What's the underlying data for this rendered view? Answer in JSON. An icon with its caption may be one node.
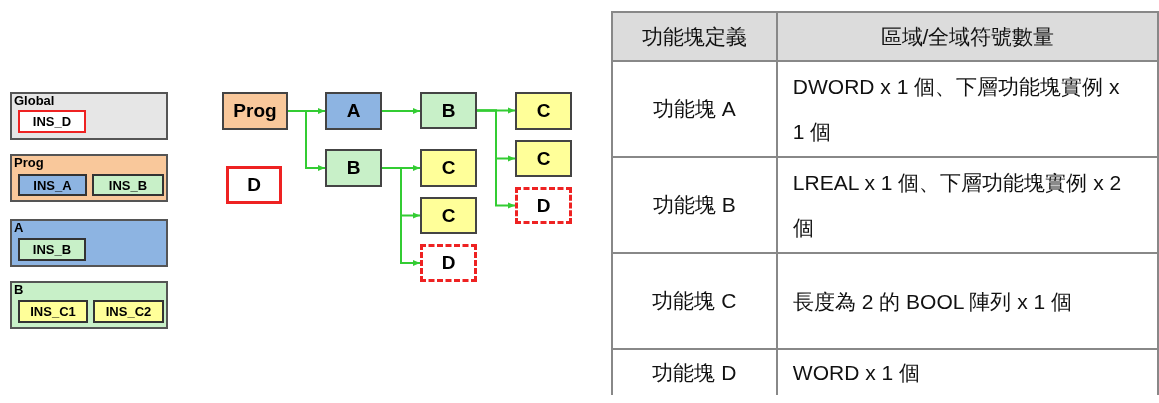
{
  "diagram": {
    "nodes": [
      {
        "text": [
          "Global"
        ]
      },
      {
        "text": [
          "INS_D"
        ],
        "in": 0
      },
      {
        "text": [
          "Prog"
        ]
      },
      {
        "text": [
          "INS_A"
        ],
        "in": 2
      },
      {
        "text": [
          "INS_B"
        ],
        "in": 2
      },
      {
        "text": [
          "A"
        ]
      },
      {
        "text": [
          "INS_B"
        ],
        "in": 5
      },
      {
        "text": [
          "B"
        ]
      },
      {
        "text": [
          "INS_C1"
        ],
        "in": 7
      },
      {
        "text": [
          "INS_C2"
        ],
        "in": 7
      },
      {
        "text": [
          "Prog"
        ]
      },
      {
        "text": [
          "A"
        ]
      },
      {
        "text": [
          "B"
        ]
      },
      {
        "text": [
          "C"
        ]
      },
      {
        "text": [
          "D"
        ]
      },
      {
        "text": [
          "B"
        ]
      },
      {
        "text": [
          "C"
        ]
      },
      {
        "text": [
          "C"
        ]
      },
      {
        "text": [
          "C"
        ]
      },
      {
        "text": [
          "D"
        ]
      },
      {
        "text": [
          "D"
        ]
      }
    ],
    "edges": [
      {
        "from": 10,
        "to": 11,
        "arrow": "to"
      },
      {
        "from": 10,
        "to": 15,
        "arrow": "to"
      },
      {
        "from": 11,
        "to": 12,
        "arrow": "to"
      },
      {
        "from": 12,
        "to": 13,
        "arrow": "to"
      },
      {
        "from": 12,
        "to": 17,
        "arrow": "to"
      },
      {
        "from": 12,
        "to": 19,
        "arrow": "to"
      },
      {
        "from": 15,
        "to": 16,
        "arrow": "to"
      },
      {
        "from": 15,
        "to": 18,
        "arrow": "to"
      },
      {
        "from": 15,
        "to": 20,
        "arrow": "to"
      }
    ],
    "labels": [
      "功能塊定義",
      "區域/全域符號數量",
      "功能塊 A",
      "DWORD x 1 個、下層功能塊實例 x 1 個",
      "功能塊 B",
      "LREAL x 1 個、下層功能塊實例 x 2 個",
      "功能塊 C",
      "長度為 2 的 BOOL 陣列 x 1 個",
      "功能塊 D",
      "WORD x 1 個"
    ]
  }
}
